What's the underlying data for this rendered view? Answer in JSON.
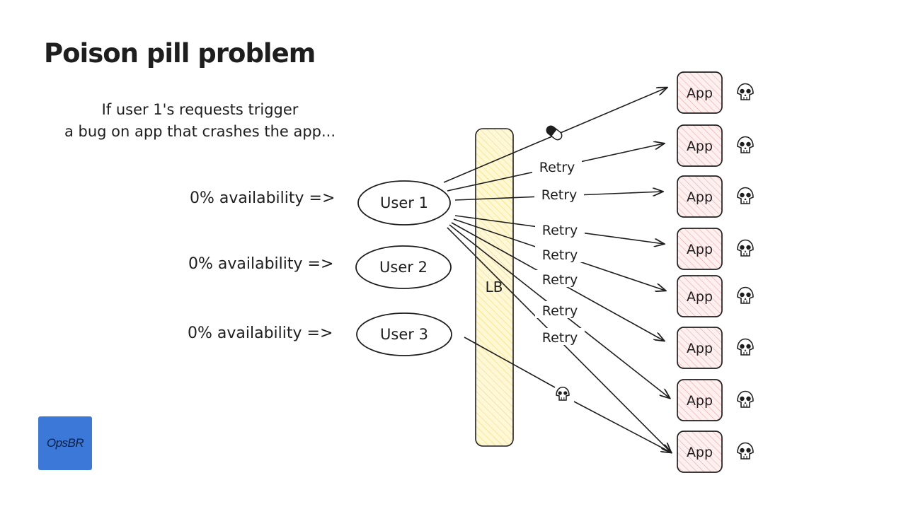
{
  "title": "Poison pill problem",
  "intro": {
    "line1": "If user 1's requests trigger",
    "line2": "a bug on app that crashes the app..."
  },
  "users": [
    {
      "label": "User 1",
      "availability": "0% availability =>"
    },
    {
      "label": "User 2",
      "availability": "0% availability =>"
    },
    {
      "label": "User 3",
      "availability": "0% availability =>"
    }
  ],
  "load_balancer": {
    "label": "LB"
  },
  "apps": [
    {
      "label": "App",
      "status_icon": "skull-icon"
    },
    {
      "label": "App",
      "status_icon": "skull-icon"
    },
    {
      "label": "App",
      "status_icon": "skull-icon"
    },
    {
      "label": "App",
      "status_icon": "skull-icon"
    },
    {
      "label": "App",
      "status_icon": "skull-icon"
    },
    {
      "label": "App",
      "status_icon": "skull-icon"
    },
    {
      "label": "App",
      "status_icon": "skull-icon"
    },
    {
      "label": "App",
      "status_icon": "skull-icon"
    }
  ],
  "retry_labels": [
    "Retry",
    "Retry",
    "Retry",
    "Retry",
    "Retry",
    "Retry",
    "Retry"
  ],
  "first_request_icon": "pill-icon",
  "user3_request_icon": "skull-icon",
  "logo": {
    "text": "OpsBR"
  },
  "colors": {
    "app_box_fill": "#ffc9c9",
    "app_box_hatch": "#e03131",
    "lb_fill": "#ffec99",
    "lb_hatch": "#f0c000",
    "logo_bg": "#3c78d8",
    "ink": "#1e1e1e"
  }
}
